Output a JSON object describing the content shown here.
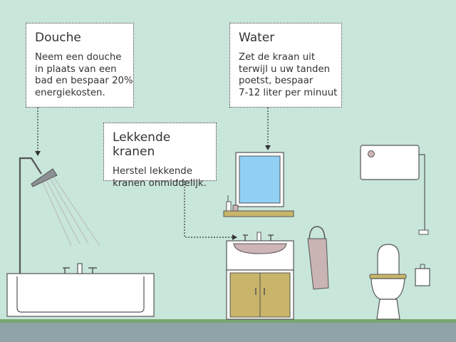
{
  "callouts": {
    "douche": {
      "title": "Douche",
      "lines": [
        "Neem een douche",
        "in plaats van een",
        "bad en bespaar 20%",
        "energiekosten."
      ]
    },
    "water": {
      "title": "Water",
      "lines": [
        "Zet de kraan uit",
        "terwijl u uw tanden",
        "poetst, bespaar",
        "7-12 liter per minuut"
      ]
    },
    "kranen": {
      "title": "Lekkende kranen",
      "lines": [
        "Herstel lekkende",
        "kranen onmiddelijk."
      ]
    }
  },
  "colors": {
    "wall": "#c8e6da",
    "floor": "#8fa3a8",
    "floor_edge": "#77a66f",
    "cabinet": "#c8b56a",
    "mirror": "#8fd0f4",
    "sink_basin": "#cdb4b7",
    "towel": "#c9b3b3",
    "outline": "#555555"
  },
  "icons": [
    "shower-head-icon",
    "bathtub-icon",
    "mirror-icon",
    "sink-cabinet-icon",
    "towel-icon",
    "toilet-icon",
    "boiler-icon"
  ]
}
